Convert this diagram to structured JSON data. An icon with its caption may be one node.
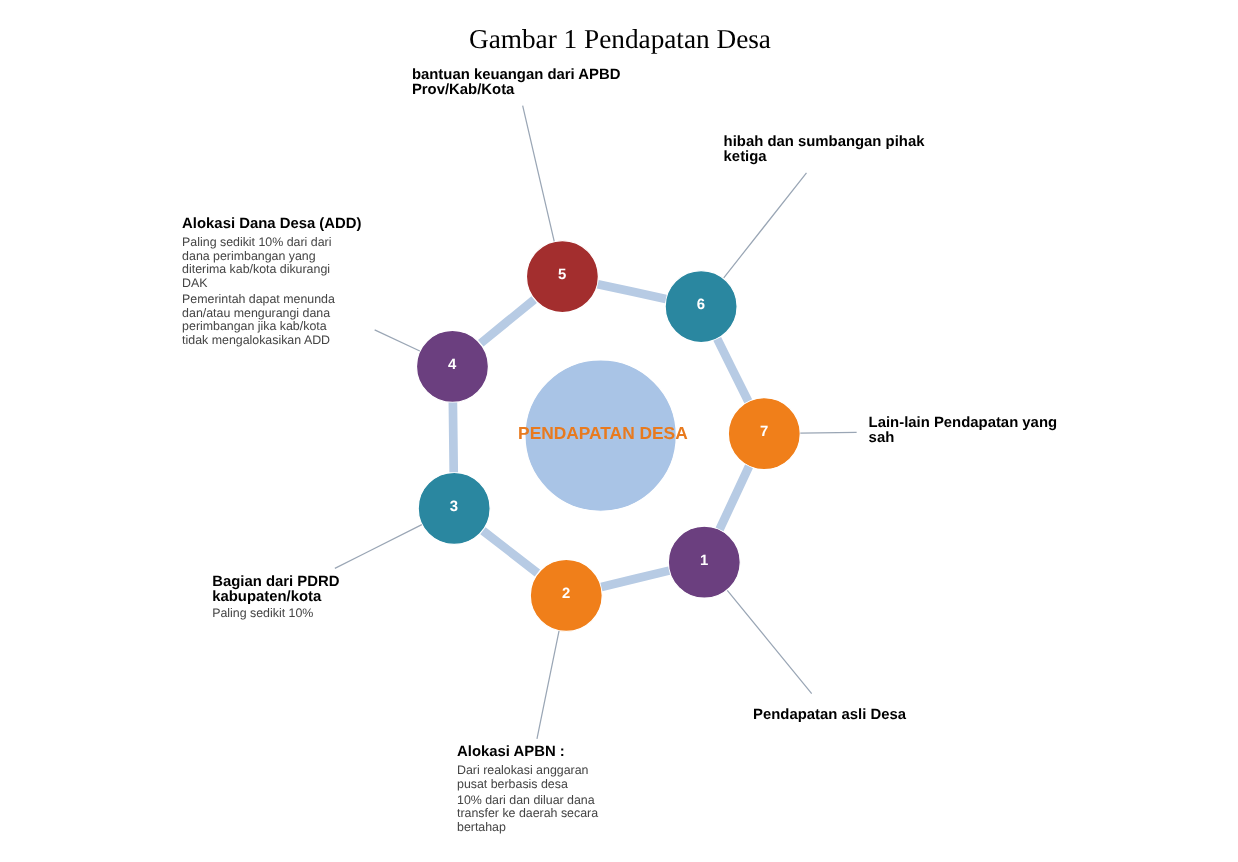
{
  "diagram": {
    "title": "Gambar 1 Pendapatan Desa",
    "nodes": [
      {
        "text": [
          "PENDAPATAN DESA"
        ]
      },
      {
        "text": [
          "1"
        ]
      },
      {
        "text": [
          "2"
        ]
      },
      {
        "text": [
          "3"
        ]
      },
      {
        "text": [
          "4"
        ]
      },
      {
        "text": [
          "5"
        ]
      },
      {
        "text": [
          "6"
        ]
      },
      {
        "text": [
          "7"
        ]
      },
      {
        "text": [
          "Pendapatan asli Desa"
        ]
      },
      {
        "text": [
          "Alokasi APBN :",
          "Dari realokasi anggaran pusat berbasis desa",
          "10% dari dan diluar dana transfer ke daerah secara bertahap"
        ]
      },
      {
        "text": [
          "Bagian dari PDRD kabupaten/kota",
          "Paling sedikit 10%"
        ]
      },
      {
        "text": [
          "Alokasi Dana Desa (ADD)",
          "Paling sedikit 10% dari dari dana perimbangan yang diterima kab/kota dikurangi DAK",
          "Pemerintah dapat menunda dan/atau mengurangi dana perimbangan jika kab/kota tidak mengalokasikan ADD"
        ]
      },
      {
        "text": [
          "bantuan keuangan dari APBD Prov/Kab/Kota"
        ]
      },
      {
        "text": [
          "hibah dan sumbangan pihak ketiga"
        ]
      },
      {
        "text": [
          "Lain-lain Pendapatan yang sah"
        ]
      }
    ],
    "edges": [
      {
        "from": 1,
        "to": 2,
        "arrow": "none",
        "style": "thick",
        "color": "#b7cbe4"
      },
      {
        "from": 2,
        "to": 3,
        "arrow": "none",
        "style": "thick",
        "color": "#b7cbe4"
      },
      {
        "from": 3,
        "to": 4,
        "arrow": "none",
        "style": "thick",
        "color": "#b7cbe4"
      },
      {
        "from": 4,
        "to": 5,
        "arrow": "none",
        "style": "thick",
        "color": "#b7cbe4"
      },
      {
        "from": 5,
        "to": 6,
        "arrow": "none",
        "style": "thick",
        "color": "#b7cbe4"
      },
      {
        "from": 6,
        "to": 7,
        "arrow": "none",
        "style": "thick",
        "color": "#b7cbe4"
      },
      {
        "from": 7,
        "to": 1,
        "arrow": "none",
        "style": "thick",
        "color": "#b7cbe4"
      },
      {
        "from": 8,
        "to": 1,
        "arrow": "none"
      },
      {
        "from": 9,
        "to": 2,
        "arrow": "none"
      },
      {
        "from": 10,
        "to": 3,
        "arrow": "none"
      },
      {
        "from": 11,
        "to": 4,
        "arrow": "none"
      },
      {
        "from": 12,
        "to": 5,
        "arrow": "none"
      },
      {
        "from": 13,
        "to": 6,
        "arrow": "none"
      },
      {
        "from": 14,
        "to": 7,
        "arrow": "none"
      }
    ]
  }
}
